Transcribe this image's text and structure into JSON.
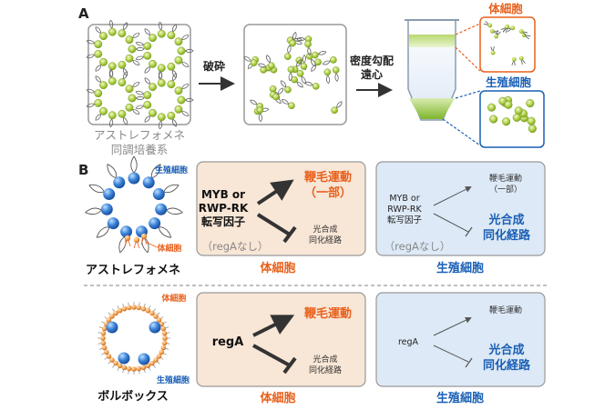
{
  "colors": {
    "orange": "#e8601c",
    "blue": "#1a5fb4",
    "gray_text": "#8a8a8a",
    "dark": "#222222",
    "orange_panel": "#f8e6d6",
    "blue_panel": "#dde9f6",
    "green": "#9cc43a"
  },
  "panel_a": {
    "label": "A",
    "step1_caption_line1": "アストレフォメネ",
    "step1_caption_line2": "同調培養系",
    "arrow1_label": "破砕",
    "arrow2_label_line1": "密度勾配",
    "arrow2_label_line2": "遠心",
    "somatic_label": "体細胞",
    "reproductive_label": "生殖細胞"
  },
  "panel_b": {
    "label": "B",
    "astre": {
      "organism_name": "アストレフォメネ",
      "icon_repro_label": "生殖細胞",
      "icon_somatic_label": "体細胞",
      "somatic_box": {
        "tf_line1": "MYB or",
        "tf_line2": "RWP-RK",
        "tf_line3": "転写因子",
        "up_target_line1": "鞭毛運動",
        "up_target_line2": "（一部）",
        "down_target_line1": "光合成",
        "down_target_line2": "同化経路",
        "note": "（regAなし）",
        "caption": "体細胞"
      },
      "repro_box": {
        "tf_line1": "MYB or",
        "tf_line2": "RWP-RK",
        "tf_line3": "転写因子",
        "up_target_line1": "鞭毛運動",
        "up_target_line2": "（一部）",
        "down_target_line1": "光合成",
        "down_target_line2": "同化経路",
        "note": "（regAなし）",
        "caption": "生殖細胞"
      }
    },
    "volvox": {
      "organism_name": "ボルボックス",
      "icon_somatic_label": "体細胞",
      "icon_repro_label": "生殖細胞",
      "somatic_box": {
        "gene": "regA",
        "up_target": "鞭毛運動",
        "down_target_line1": "光合成",
        "down_target_line2": "同化経路",
        "caption": "体細胞"
      },
      "repro_box": {
        "gene": "regA",
        "up_target": "鞭毛運動",
        "down_target_line1": "光合成",
        "down_target_line2": "同化経路",
        "caption": "生殖細胞"
      }
    }
  }
}
